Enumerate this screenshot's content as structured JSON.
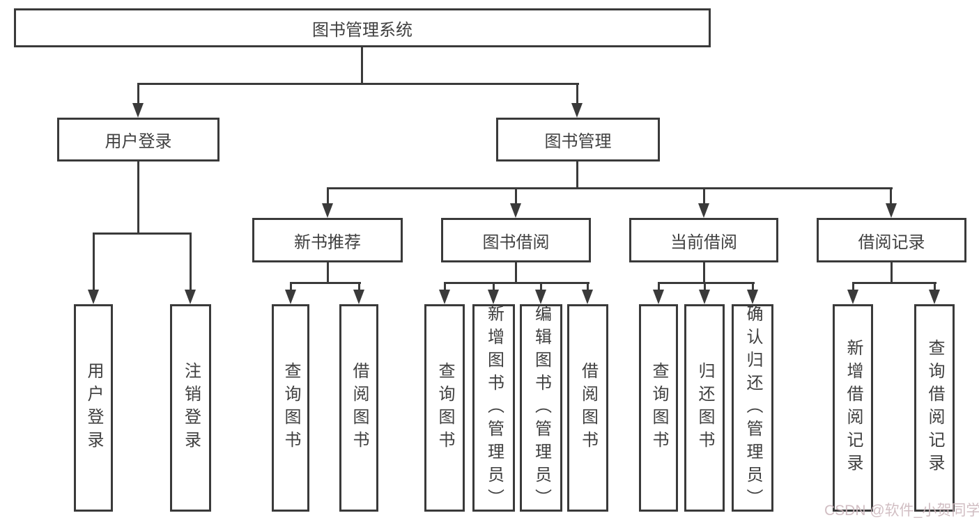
{
  "tree": {
    "root": "图书管理系统",
    "branches": [
      {
        "label": "用户登录",
        "children": [
          "用户登录",
          "注销登录"
        ]
      },
      {
        "label": "图书管理",
        "sections": [
          {
            "label": "新书推荐",
            "children": [
              "查询图书",
              "借阅图书"
            ]
          },
          {
            "label": "图书借阅",
            "children": [
              "查询图书",
              "新增图书（管理员）",
              "编辑图书（管理员）",
              "借阅图书"
            ]
          },
          {
            "label": "当前借阅",
            "children": [
              "查询图书",
              "归还图书",
              "确认归还（管理员）"
            ]
          },
          {
            "label": "借阅记录",
            "children": [
              "新增借阅记录",
              "查询借阅记录"
            ]
          }
        ]
      }
    ]
  },
  "watermark": "CSDN @软件_小贺同学",
  "colors": {
    "line": "#3a3a3a",
    "text": "#3f3f3f",
    "background": "#ffffff",
    "watermark": "#cdb8bd"
  }
}
